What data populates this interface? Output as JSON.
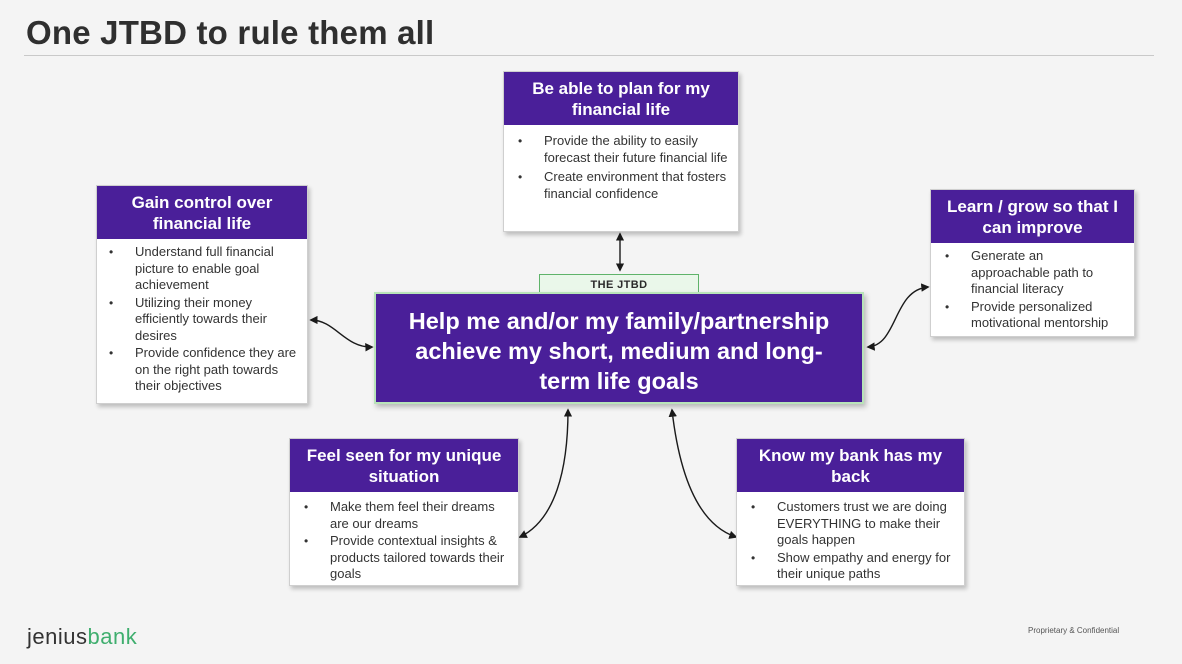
{
  "title": "One JTBD to rule them all",
  "jtbd": {
    "tag": "THE JTBD",
    "statement": "Help me and/or my family/partnership achieve my short, medium and long-term life goals"
  },
  "cards": {
    "plan": {
      "heading": "Be able to plan for my financial life",
      "bullets": [
        "Provide the ability to easily forecast their future financial life",
        "Create environment that fosters financial confidence"
      ]
    },
    "control": {
      "heading": "Gain control over financial life",
      "bullets": [
        "Understand full financial picture to enable goal achievement",
        "Utilizing their money efficiently towards their desires",
        "Provide confidence they are on the right path towards their objectives"
      ]
    },
    "learn": {
      "heading": "Learn / grow so that I can improve",
      "bullets": [
        "Generate an approachable path to financial literacy",
        "Provide personalized motivational mentorship"
      ]
    },
    "seen": {
      "heading": "Feel seen for my unique situation",
      "bullets": [
        "Make them feel their dreams are our dreams",
        "Provide contextual insights & products tailored towards their goals"
      ]
    },
    "back": {
      "heading": "Know my bank has my back",
      "bullets": [
        "Customers trust we are doing EVERYTHING to make their goals happen",
        "Show empathy and energy for their unique paths"
      ]
    }
  },
  "brand": {
    "part1": "jenius",
    "part2": "bank"
  },
  "footer": "Proprietary & Confidential",
  "colors": {
    "primary": "#4a1f99",
    "accent": "#3fae6e",
    "tagBorder": "#5fb36a"
  }
}
